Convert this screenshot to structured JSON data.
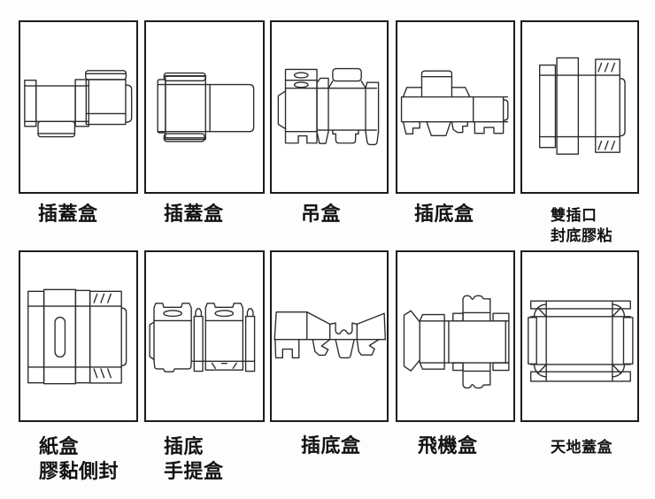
{
  "colors": {
    "background": "#fdfdfd",
    "frame_border": "#1c1c1c",
    "line_art": "#2b2b2b",
    "label_text": "#121212"
  },
  "grid": {
    "rows": 2,
    "columns": 5,
    "cell_count": 10
  },
  "cells": [
    {
      "name": "insert-lid-box-1",
      "label_lines": [
        "插蓋盒"
      ]
    },
    {
      "name": "insert-lid-box-2",
      "label_lines": [
        "插蓋盒"
      ]
    },
    {
      "name": "hang-tab-box",
      "label_lines": [
        "吊盒"
      ]
    },
    {
      "name": "tuck-bottom-box",
      "label_lines": [
        "插底盒"
      ]
    },
    {
      "name": "double-tuck-glued-bottom",
      "label_lines": [
        "雙插口",
        "封底膠粘"
      ]
    },
    {
      "name": "paper-box-glued-side-seal",
      "label_lines": [
        "紙盒",
        "膠黏側封"
      ]
    },
    {
      "name": "tuck-bottom-handle-box",
      "label_lines": [
        "插底",
        "手提盒"
      ]
    },
    {
      "name": "tuck-bottom-box-2",
      "label_lines": [
        "插底盒"
      ]
    },
    {
      "name": "airplane-mailer-box",
      "label_lines": [
        "飛機盒"
      ]
    },
    {
      "name": "top-and-bottom-lid-box",
      "label_lines": [
        "天地蓋盒"
      ]
    }
  ]
}
